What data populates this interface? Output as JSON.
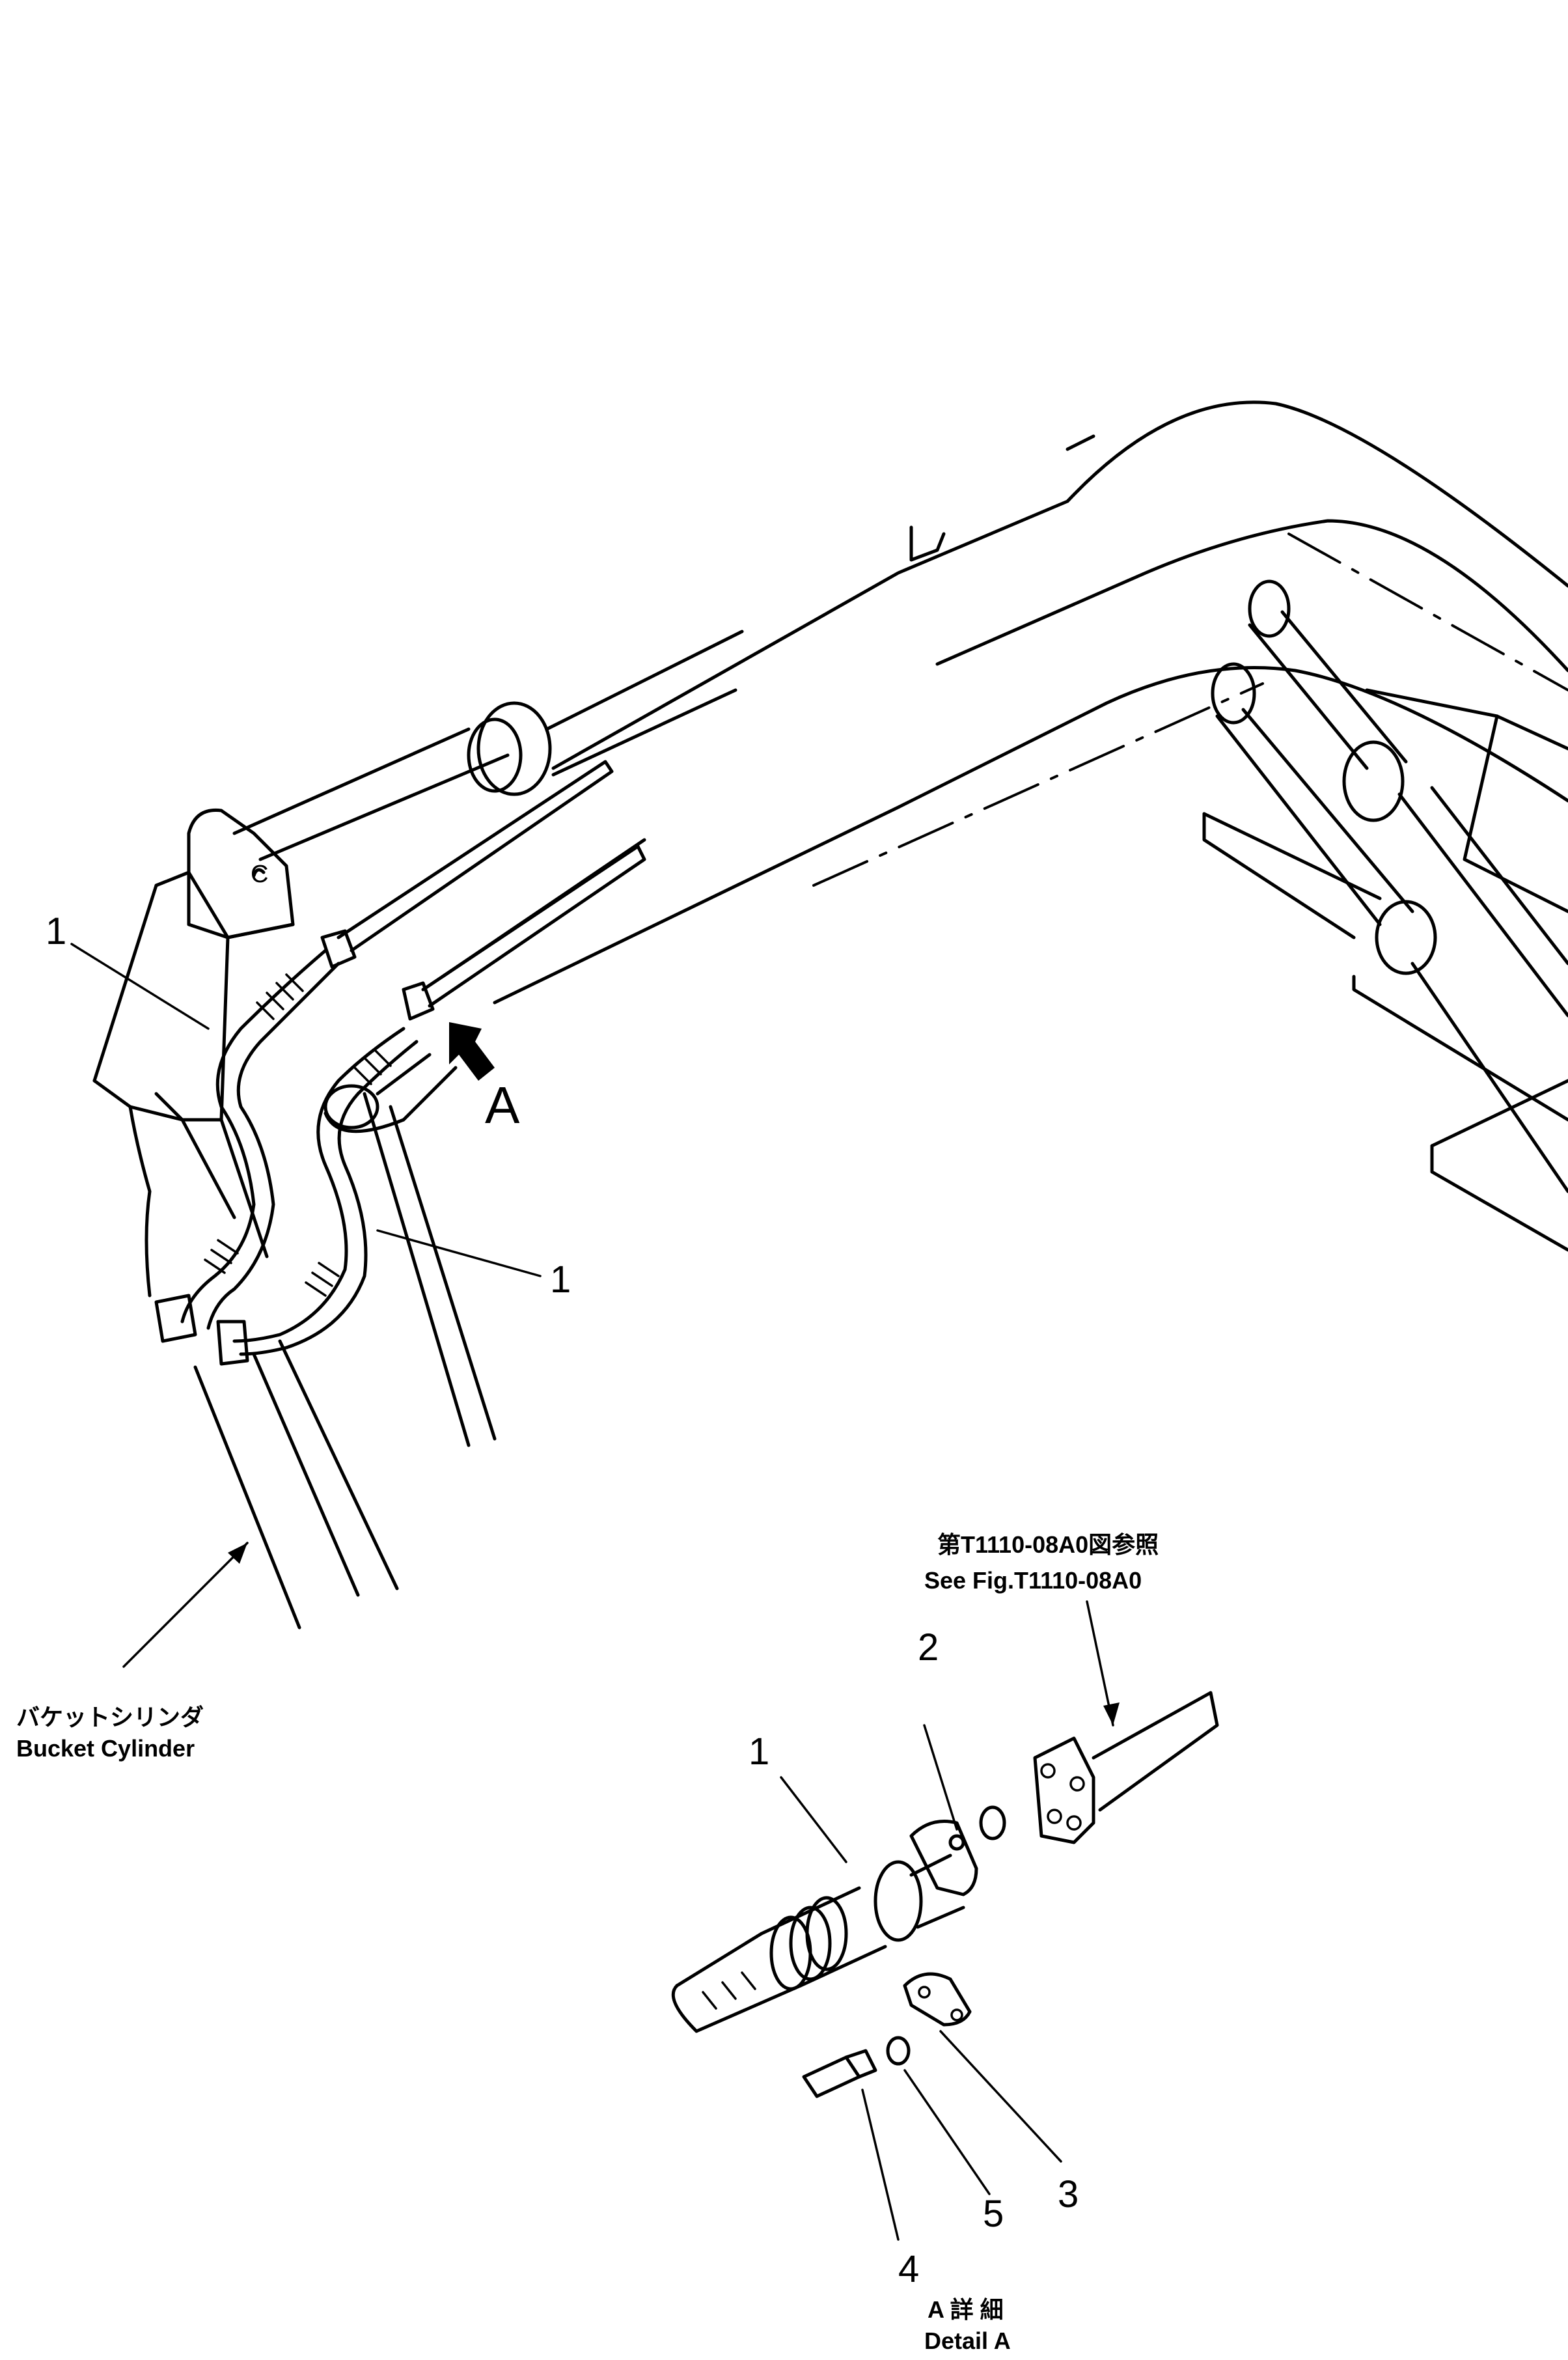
{
  "callouts": {
    "main_hose_upper": "1",
    "main_hose_lower": "1",
    "view_marker": "A",
    "detail_hose": "1",
    "detail_oring": "2",
    "detail_half_clamp": "3",
    "detail_bolt": "4",
    "detail_washer": "5"
  },
  "notes": {
    "bucket_cylinder_jp": "バケットシリンダ",
    "bucket_cylinder_en": "Bucket Cylinder",
    "ref_jp": "第T1110-08A0図参照",
    "ref_en": "See Fig.T1110-08A0",
    "detail_jp": "A 詳 細",
    "detail_en": "Detail A"
  }
}
